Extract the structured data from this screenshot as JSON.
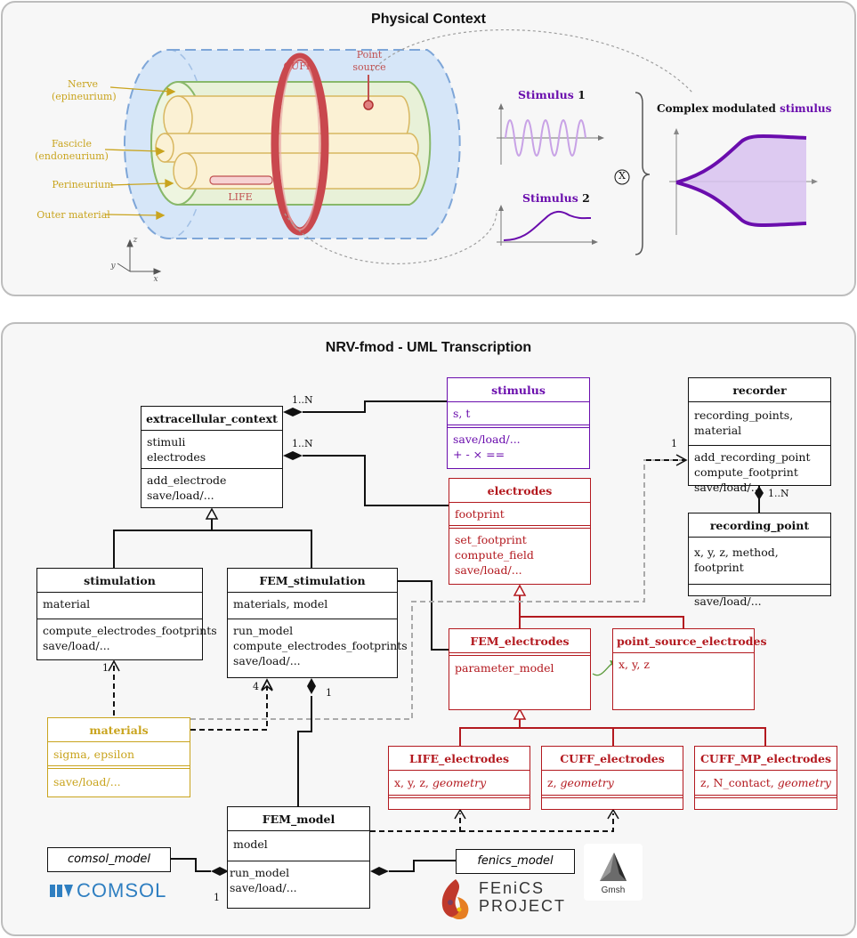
{
  "physical_context": {
    "title": "Physical Context",
    "labels": {
      "nerve": [
        "Nerve",
        "(epineurium)"
      ],
      "fascicle": [
        "Fascicle",
        "(endoneurium)"
      ],
      "perineurium": "Perineurium",
      "outer_material": "Outer material",
      "cuff": "CUFF",
      "point_source": [
        "Point",
        "source"
      ],
      "life": "LIFE"
    },
    "axes": {
      "z": "z",
      "y": "y",
      "x": "x"
    },
    "stimulus1": {
      "word": "Stimulus",
      "num": "1"
    },
    "stimulus2": {
      "word": "Stimulus",
      "num": "2"
    },
    "times_symbol": "X",
    "complex_title": {
      "prefix": "Complex modulated ",
      "highlight": "stimulus"
    }
  },
  "uml": {
    "title": "NRV-fmod - UML Transcription",
    "classes": {
      "extracellular_context": {
        "name": "extracellular_context",
        "attrs": [
          "stimuli",
          "electrodes"
        ],
        "methods": [
          "add_electrode",
          "save/load/..."
        ]
      },
      "stimulus": {
        "name": "stimulus",
        "attrs": [
          "s, t"
        ],
        "methods": [
          "save/load/...",
          "+ - × =="
        ]
      },
      "recorder": {
        "name": "recorder",
        "attrs": [
          "recording_points, material"
        ],
        "methods": [
          "add_recording_point",
          "compute_footprint",
          "save/load/..."
        ]
      },
      "recording_point": {
        "name": "recording_point",
        "attrs": [
          "x, y, z, method, footprint"
        ],
        "methods": [
          "save/load/..."
        ]
      },
      "electrodes": {
        "name": "electrodes",
        "attrs": [
          "footprint"
        ],
        "methods": [
          "set_footprint",
          "compute_field",
          "save/load/..."
        ]
      },
      "stimulation": {
        "name": "stimulation",
        "attrs": [
          "material"
        ],
        "methods": [
          "compute_electrodes_footprints",
          "save/load/..."
        ]
      },
      "fem_stimulation": {
        "name": "FEM_stimulation",
        "attrs": [
          "materials, model"
        ],
        "methods": [
          "run_model",
          "compute_electrodes_footprints",
          "save/load/..."
        ]
      },
      "fem_electrodes": {
        "name": "FEM_electrodes",
        "attrs": [
          "parameter_model"
        ]
      },
      "point_source_electrodes": {
        "name": "point_source_electrodes",
        "attrs": [
          "x, y, z"
        ]
      },
      "materials": {
        "name": "materials",
        "attrs": [
          "sigma, epsilon"
        ],
        "methods": [
          "save/load/..."
        ]
      },
      "life_electrodes": {
        "name": "LIFE_electrodes",
        "attrs_plain": "x, y, z, ",
        "attrs_italic": "geometry"
      },
      "cuff_electrodes": {
        "name": "CUFF_electrodes",
        "attrs_plain": "z, ",
        "attrs_italic": "geometry"
      },
      "cuff_mp_electrodes": {
        "name": "CUFF_MP_electrodes",
        "attrs_plain": "z, N_contact, ",
        "attrs_italic": "geometry"
      },
      "fem_model": {
        "name": "FEM_model",
        "attrs": [
          "model"
        ],
        "methods": [
          "run_model",
          "save/load/..."
        ]
      }
    },
    "external": {
      "comsol": "comsol_model",
      "fenics": "fenics_model"
    },
    "multiplicities": {
      "stim_to_ctx": "1..N",
      "elec_to_ctx": "1..N",
      "recorder_link": "1",
      "recpoint": "1..N",
      "materials_stim": "1",
      "materials_fem": "4",
      "fem_model_link": "1",
      "comsol_link": "1"
    },
    "logos": {
      "comsol": "COMSOL",
      "fenics": [
        "FEniCS",
        "PROJECT"
      ],
      "gmsh": "Gmsh"
    }
  },
  "colors": {
    "black": "#111111",
    "red": "#b3191f",
    "purple": "#6a0dad",
    "gold": "#c9a41e",
    "grey": "#9e9e9e",
    "blue": "#4a90c8"
  }
}
